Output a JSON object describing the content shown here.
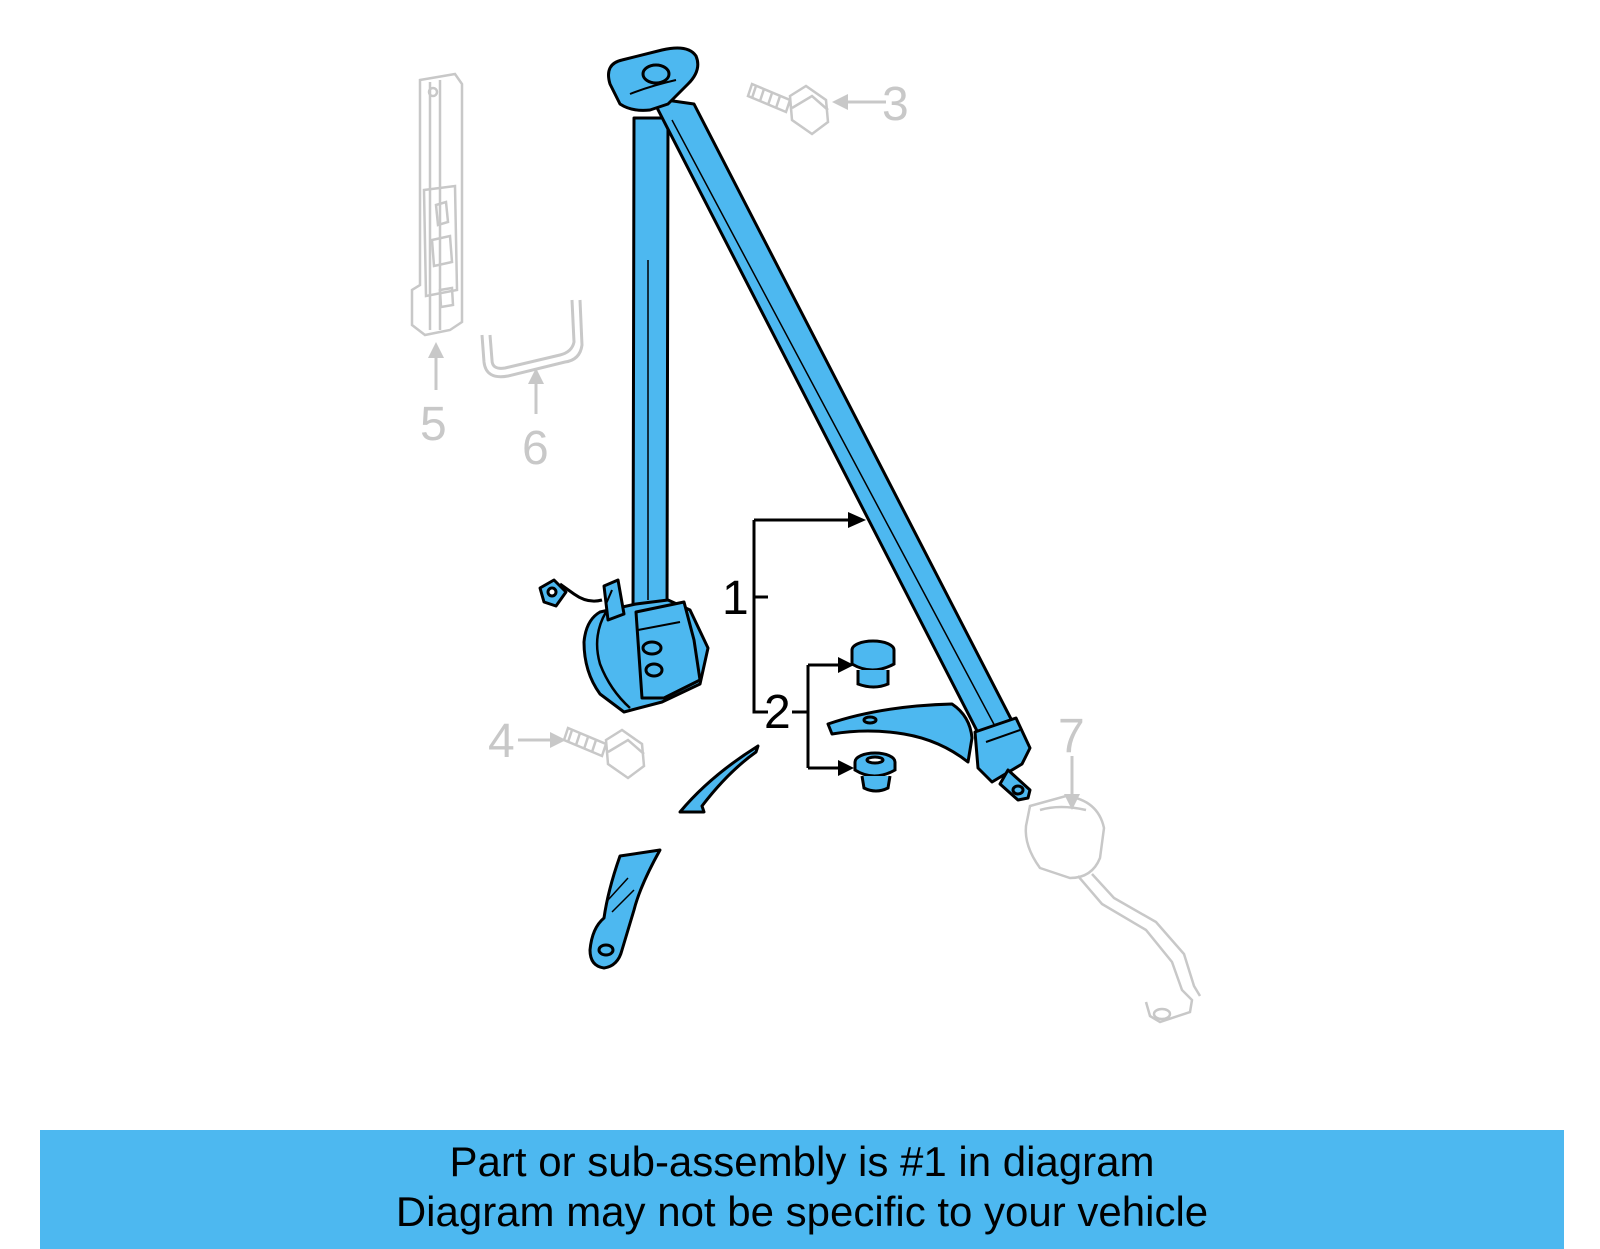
{
  "callouts": {
    "c1": "1",
    "c2": "2",
    "c3": "3",
    "c4": "4",
    "c5": "5",
    "c6": "6",
    "c7": "7"
  },
  "banner": {
    "line1": "Part or sub-assembly is #1 in diagram",
    "line2": "Diagram may not be specific to your vehicle"
  },
  "colors": {
    "highlight": "#4db8f0",
    "ghost": "#c8c8c8",
    "outline": "#000000"
  }
}
